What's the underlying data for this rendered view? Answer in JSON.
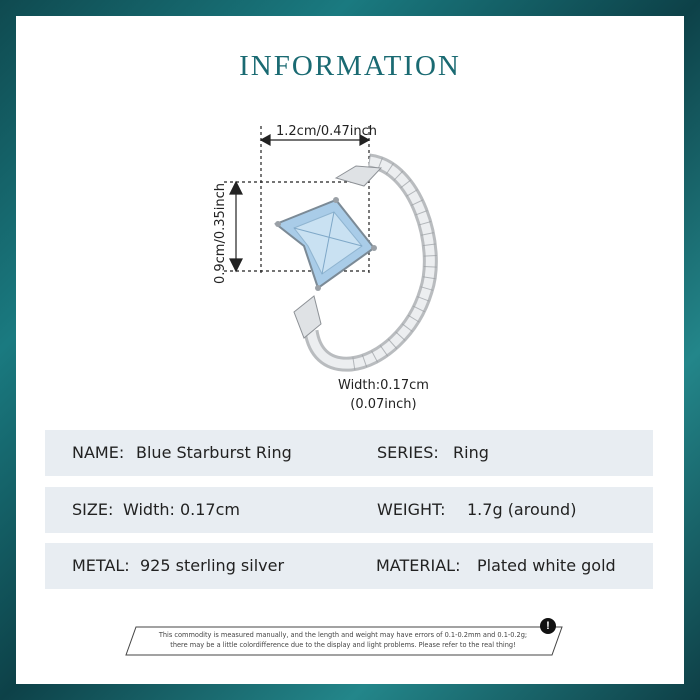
{
  "header": {
    "title": "INFORMATION"
  },
  "dimensions": {
    "top_width": "1.2cm/0.47inch",
    "side_height": "0.9cm/0.35inch",
    "band_width_line1": "Width:0.17cm",
    "band_width_line2": "(0.07inch)"
  },
  "specs": {
    "row1": {
      "label_left": "NAME:",
      "value_left": "Blue Starburst Ring",
      "label_right": "SERIES:",
      "value_right": "Ring"
    },
    "row2": {
      "label_left": "SIZE:",
      "value_left": "Width: 0.17cm",
      "label_right": "WEIGHT:",
      "value_right": "1.7g (around)"
    },
    "row3": {
      "label_left": "METAL:",
      "value_left": "925 sterling silver",
      "label_right": "MATERIAL:",
      "value_right": "Plated white gold"
    }
  },
  "notice": {
    "line1": "This commodity is measured manually, and the length and weight may have errors of 0.1-0.2mm and 0.1-0.2g;",
    "line2": "there may be a little colordifference due to the display and light problems. Please refer to the real thing!",
    "icon": "!"
  },
  "colors": {
    "title": "#1a6a72",
    "row_bg": "#e8edf2",
    "gem": "#a9cce8"
  }
}
